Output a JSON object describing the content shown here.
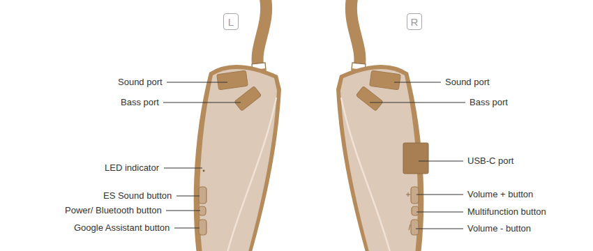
{
  "diagram": {
    "nodes": [
      {
        "text": [
          "L"
        ]
      },
      {
        "text": [
          "R"
        ]
      }
    ],
    "labels": [
      "Sound port",
      "Bass port",
      "LED indicator",
      "ES Sound button",
      "Power/ Bluetooth button",
      "Google Assistant button",
      "Sound port",
      "Bass port",
      "USB-C port",
      "Volume + button",
      "Multifunction button",
      "Volume - button"
    ]
  }
}
